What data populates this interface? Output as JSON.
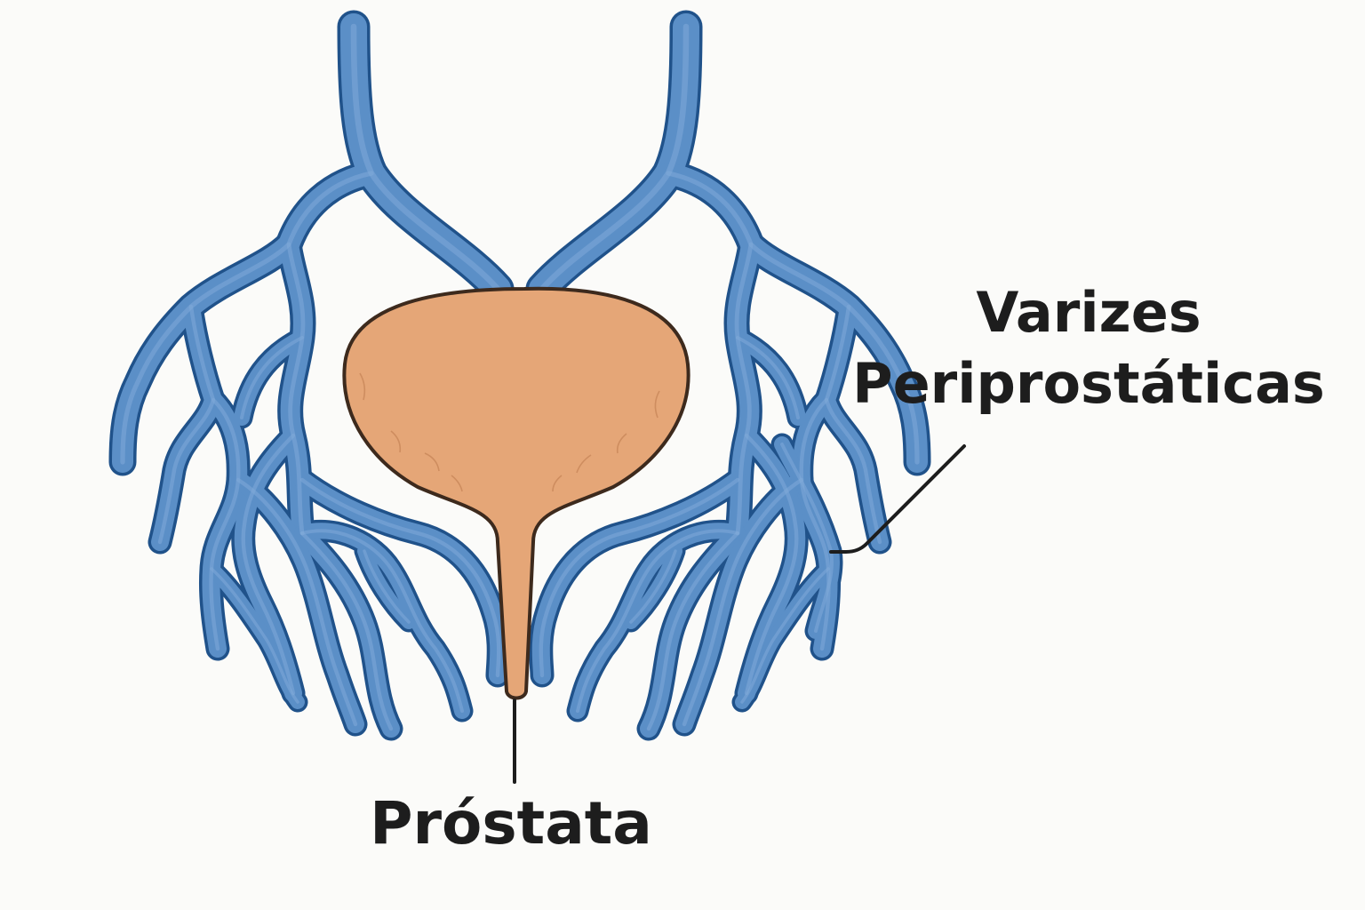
{
  "labels": {
    "veins_line1": "Varizes",
    "veins_line2": "Periprostáticas",
    "prostate": "Próstata"
  },
  "colors": {
    "vein_fill": "#5b8fc7",
    "vein_outline": "#20528a",
    "organ_fill": "#e5a677",
    "organ_outline": "#3d2a1d",
    "leader_line": "#1d1d1d",
    "background": "#fbfbf9"
  }
}
